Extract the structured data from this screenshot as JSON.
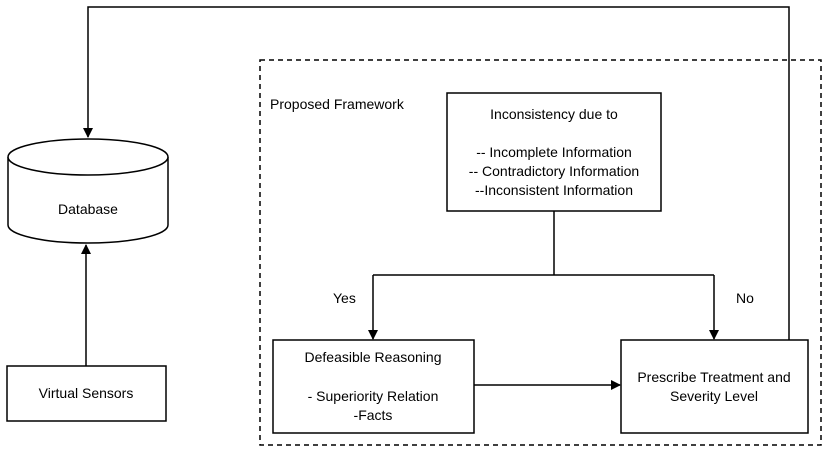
{
  "frame": {
    "label": "Proposed Framework"
  },
  "nodes": {
    "database": {
      "label": "Database"
    },
    "virtual_sensors": {
      "label": "Virtual Sensors"
    },
    "inconsistency": {
      "lines": [
        "Inconsistency due to",
        "",
        "-- Incomplete Information",
        "-- Contradictory Information",
        "--Inconsistent Information"
      ]
    },
    "defeasible": {
      "lines": [
        "Defeasible Reasoning",
        "",
        "- Superiority Relation",
        "-Facts"
      ]
    },
    "prescribe": {
      "lines": [
        "Prescribe Treatment and",
        "Severity Level"
      ]
    }
  },
  "edges": {
    "yes_label": "Yes",
    "no_label": "No"
  }
}
